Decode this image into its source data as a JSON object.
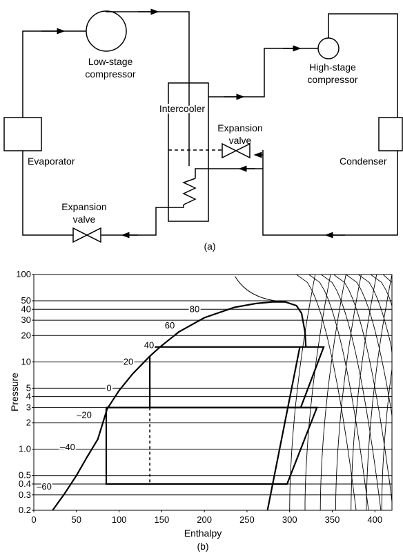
{
  "cycle": {
    "low_stage_compressor": [
      "Low-stage",
      "compressor"
    ],
    "high_stage_compressor": [
      "High-stage",
      "compressor"
    ],
    "intercooler": "Intercooler",
    "expansion_valve_right": [
      "Expansion",
      "valve"
    ],
    "expansion_valve_left": [
      "Expansion",
      "valve"
    ],
    "evaporator": "Evaporator",
    "condenser": "Condenser",
    "caption": "(a)"
  },
  "chart_data": {
    "type": "line",
    "caption": "(b)",
    "xlabel": "Enthalpy",
    "ylabel": "Pressure",
    "xlim": [
      0,
      420
    ],
    "ylim": [
      0.2,
      100
    ],
    "y_scale": "log",
    "x_ticks": [
      "0",
      "50",
      "100",
      "150",
      "200",
      "250",
      "300",
      "350",
      "400"
    ],
    "y_ticks": [
      "100",
      "50",
      "40",
      "30",
      "20",
      "10",
      "5",
      "4",
      "3",
      "2",
      "1.0",
      "0.5",
      "0.4",
      "0.3",
      "0.2"
    ],
    "temperature_labels": [
      {
        "text": "80",
        "p": 40
      },
      {
        "text": "60",
        "p": 26
      },
      {
        "text": "40",
        "p": 15.5
      },
      {
        "text": "20",
        "p": 10
      },
      {
        "text": "0",
        "p": 5
      },
      {
        "text": "–20",
        "p": 2.45
      },
      {
        "text": "–40",
        "p": 1.05
      },
      {
        "text": "–60",
        "p": 0.37
      }
    ],
    "isobars": [
      50,
      40,
      30,
      20,
      10,
      5,
      4,
      3,
      2,
      1.0,
      0.5,
      0.4,
      0.3,
      0.2
    ],
    "saturation_dome": [
      [
        22,
        0.2
      ],
      [
        35,
        0.3
      ],
      [
        50,
        0.5
      ],
      [
        62,
        0.8
      ],
      [
        75,
        1.3
      ],
      [
        86,
        2.9
      ],
      [
        100,
        4.7
      ],
      [
        116,
        7.3
      ],
      [
        136,
        11.6
      ],
      [
        148,
        14.8
      ],
      [
        170,
        22
      ],
      [
        200,
        32
      ],
      [
        235,
        42
      ],
      [
        260,
        46.5
      ],
      [
        280,
        48.5
      ],
      [
        295,
        48.5
      ],
      [
        308,
        44
      ],
      [
        314,
        36
      ],
      [
        318,
        22
      ],
      [
        319,
        15
      ]
    ],
    "cycle_lines": [
      {
        "name": "high_stage",
        "points": [
          [
            136,
            14.8
          ],
          [
            340,
            14.8
          ],
          [
            313,
            3
          ],
          [
            136,
            3
          ],
          [
            136,
            11.6
          ]
        ]
      },
      {
        "name": "low_stage",
        "points": [
          [
            85,
            3
          ],
          [
            332,
            3
          ],
          [
            297,
            0.4
          ],
          [
            85,
            0.4
          ],
          [
            85,
            3
          ]
        ]
      },
      {
        "name": "vapor_line",
        "points": [
          [
            274,
            0.2
          ],
          [
            312,
            14.8
          ]
        ]
      },
      {
        "name": "throttle",
        "points": [
          [
            136,
            3
          ],
          [
            136,
            0.4
          ]
        ],
        "dashed": true
      }
    ]
  }
}
